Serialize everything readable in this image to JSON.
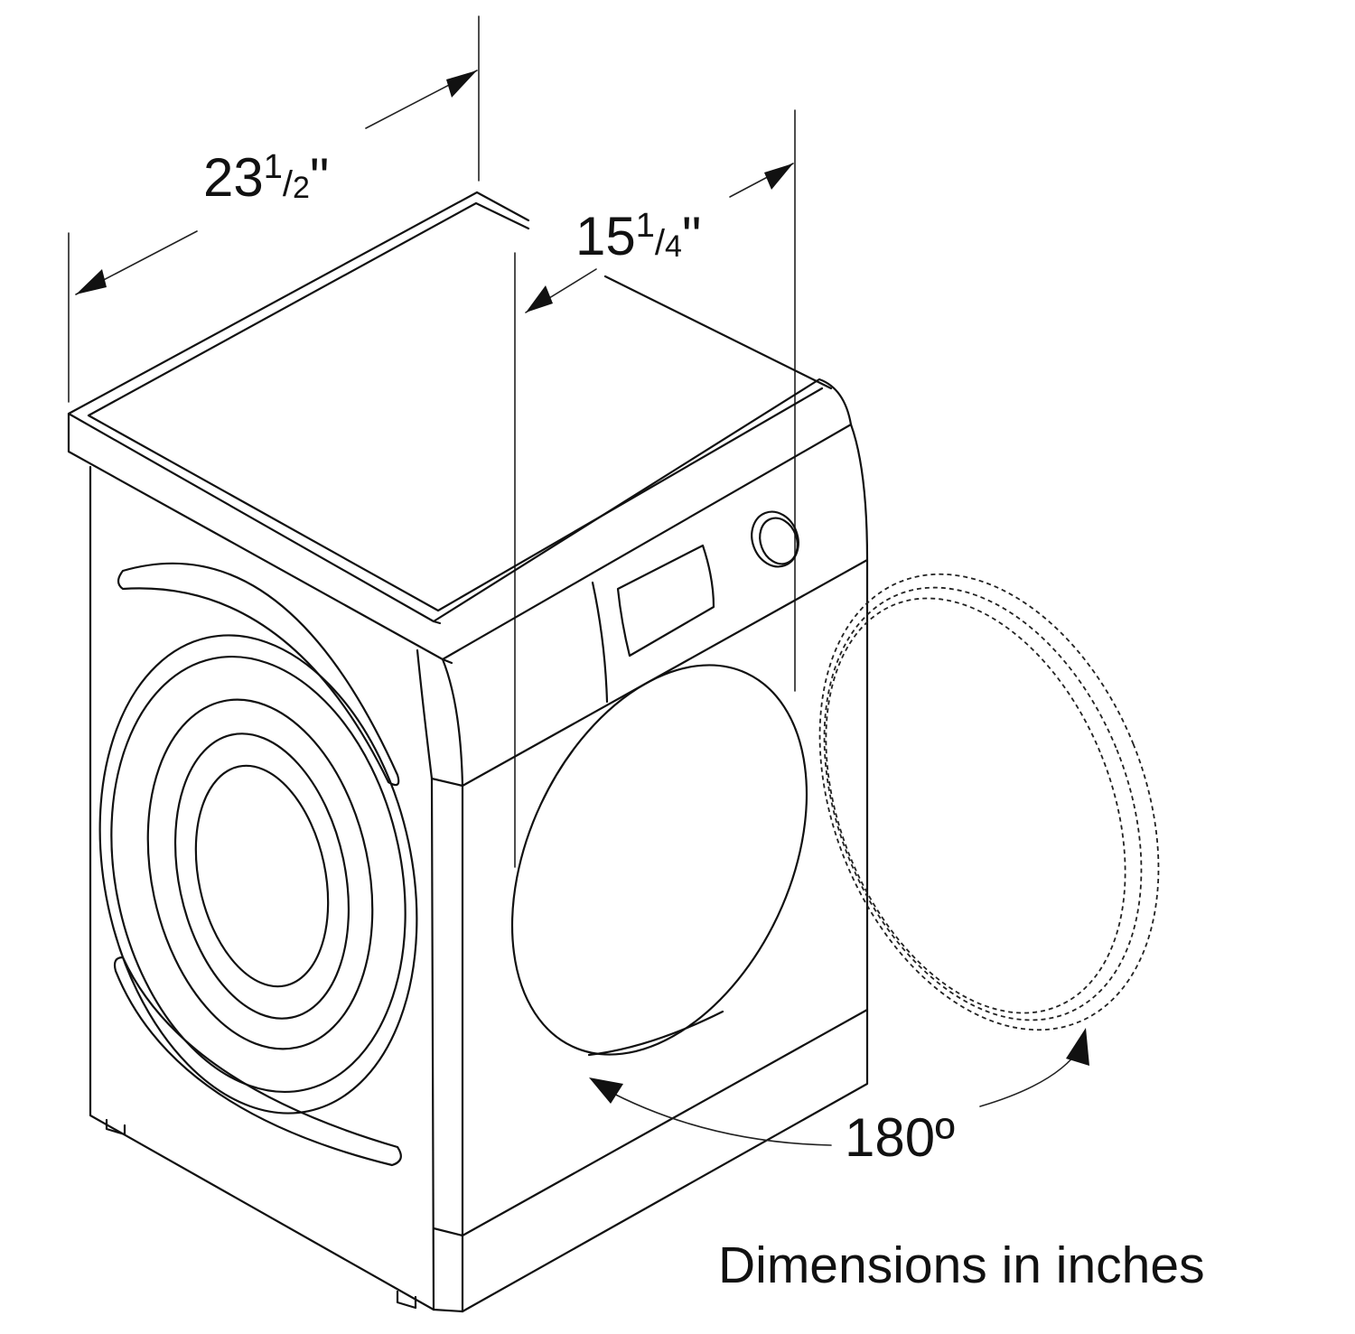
{
  "colors": {
    "line": "#111111",
    "background": "#ffffff"
  },
  "dimensions": {
    "width": {
      "whole": "23",
      "num": "1",
      "den": "2",
      "unit": "\""
    },
    "depth": {
      "whole": "15",
      "num": "1",
      "den": "4",
      "unit": "\""
    },
    "door_swing": "180º"
  },
  "footer": {
    "note": "Dimensions in inches"
  }
}
